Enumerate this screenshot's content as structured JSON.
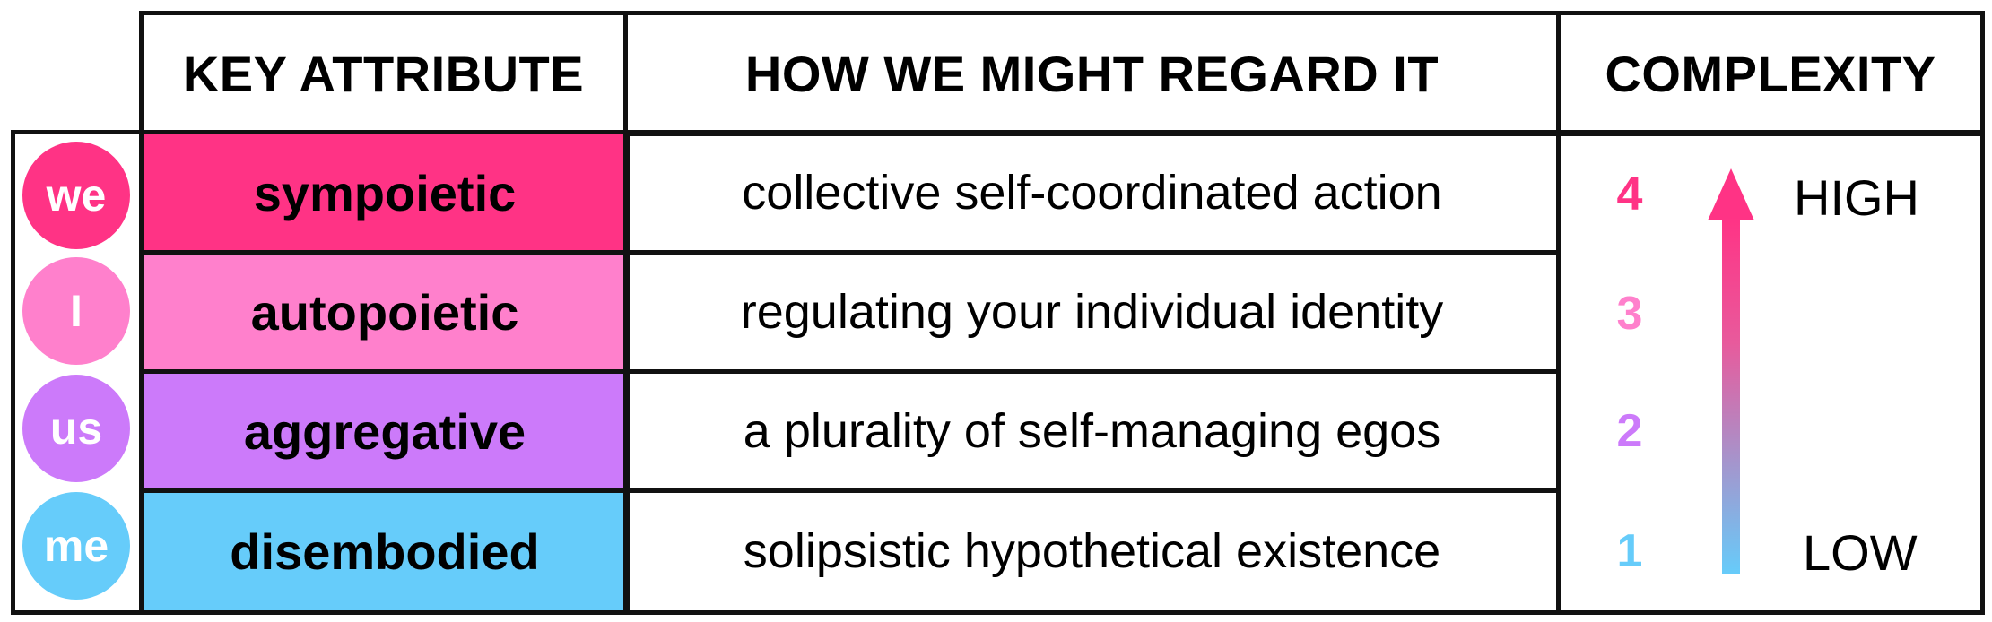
{
  "headers": {
    "key_attribute": "KEY ATTRIBUTE",
    "how_regard": "HOW WE MIGHT REGARD IT",
    "complexity": "COMPLEXITY"
  },
  "rows": [
    {
      "pronoun": "we",
      "attribute": "sympoietic",
      "description": "collective self-coordinated action",
      "level": "4",
      "color": "#FF3385",
      "circle_color": "#FF3385",
      "num_color": "#FF3385"
    },
    {
      "pronoun": "I",
      "attribute": "autopoietic",
      "description": "regulating your individual identity",
      "level": "3",
      "color": "#FF80CC",
      "circle_color": "#FF80CC",
      "num_color": "#FF80CC"
    },
    {
      "pronoun": "us",
      "attribute": "aggregative",
      "description": "a plurality of self-managing egos",
      "level": "2",
      "color": "#CC7AFA",
      "circle_color": "#CC7AFA",
      "num_color": "#CC7AFA"
    },
    {
      "pronoun": "me",
      "attribute": "disembodied",
      "description": "solipsistic hypothetical existence",
      "level": "1",
      "color": "#66CCFA",
      "circle_color": "#66CCFA",
      "num_color": "#66CCFA"
    }
  ],
  "complexity": {
    "high_label": "HIGH",
    "low_label": "LOW",
    "arrow_top_color": "#FF3385",
    "arrow_bottom_color": "#66CCFA"
  }
}
